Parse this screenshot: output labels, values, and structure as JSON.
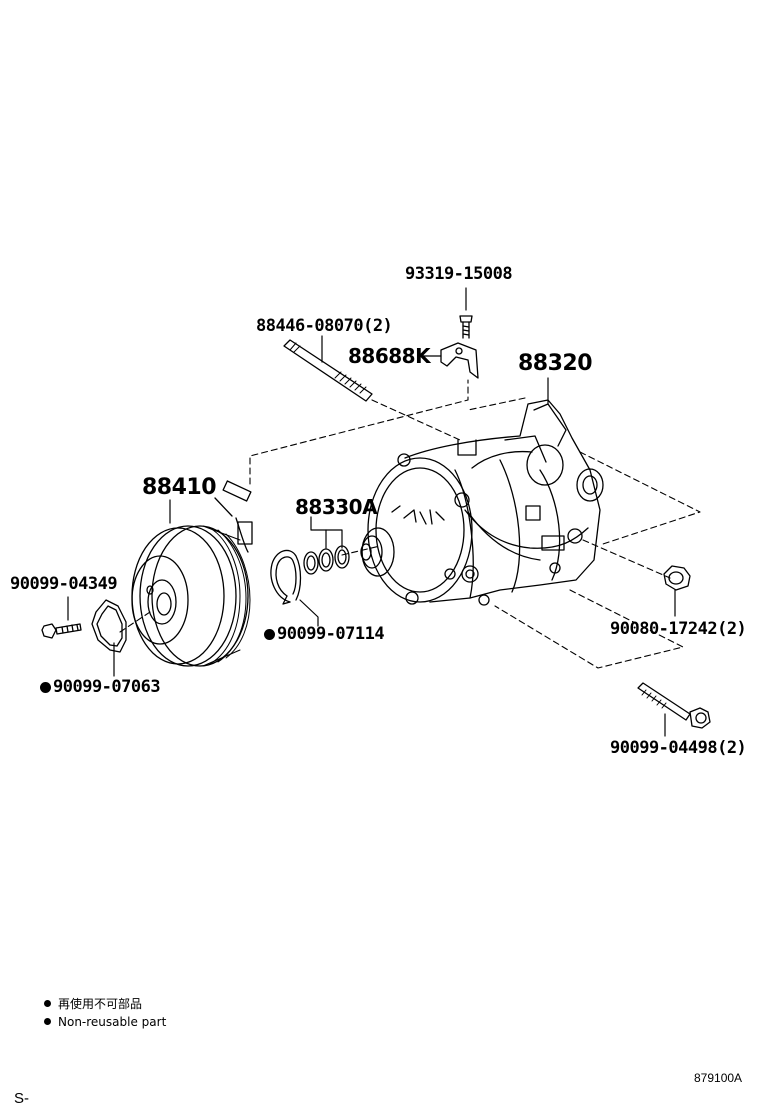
{
  "parts": {
    "p93319": "93319-15008",
    "p88446": "88446-08070(2)",
    "p88688": "88688K",
    "p88320": "88320",
    "p88410": "88410",
    "p88330": "88330A",
    "p90099_04349": "90099-04349",
    "p90099_07114": "90099-07114",
    "p90099_07063": "90099-07063",
    "p90080": "90080-17242(2)",
    "p90099_04498": "90099-04498(2)"
  },
  "non_reusable_parts": [
    "90099-07114",
    "90099-07063"
  ],
  "legend": {
    "jp": "再使用不可部品",
    "en": "Non-reusable part"
  },
  "figure_ref": "879100A",
  "corner_mark": "S-"
}
